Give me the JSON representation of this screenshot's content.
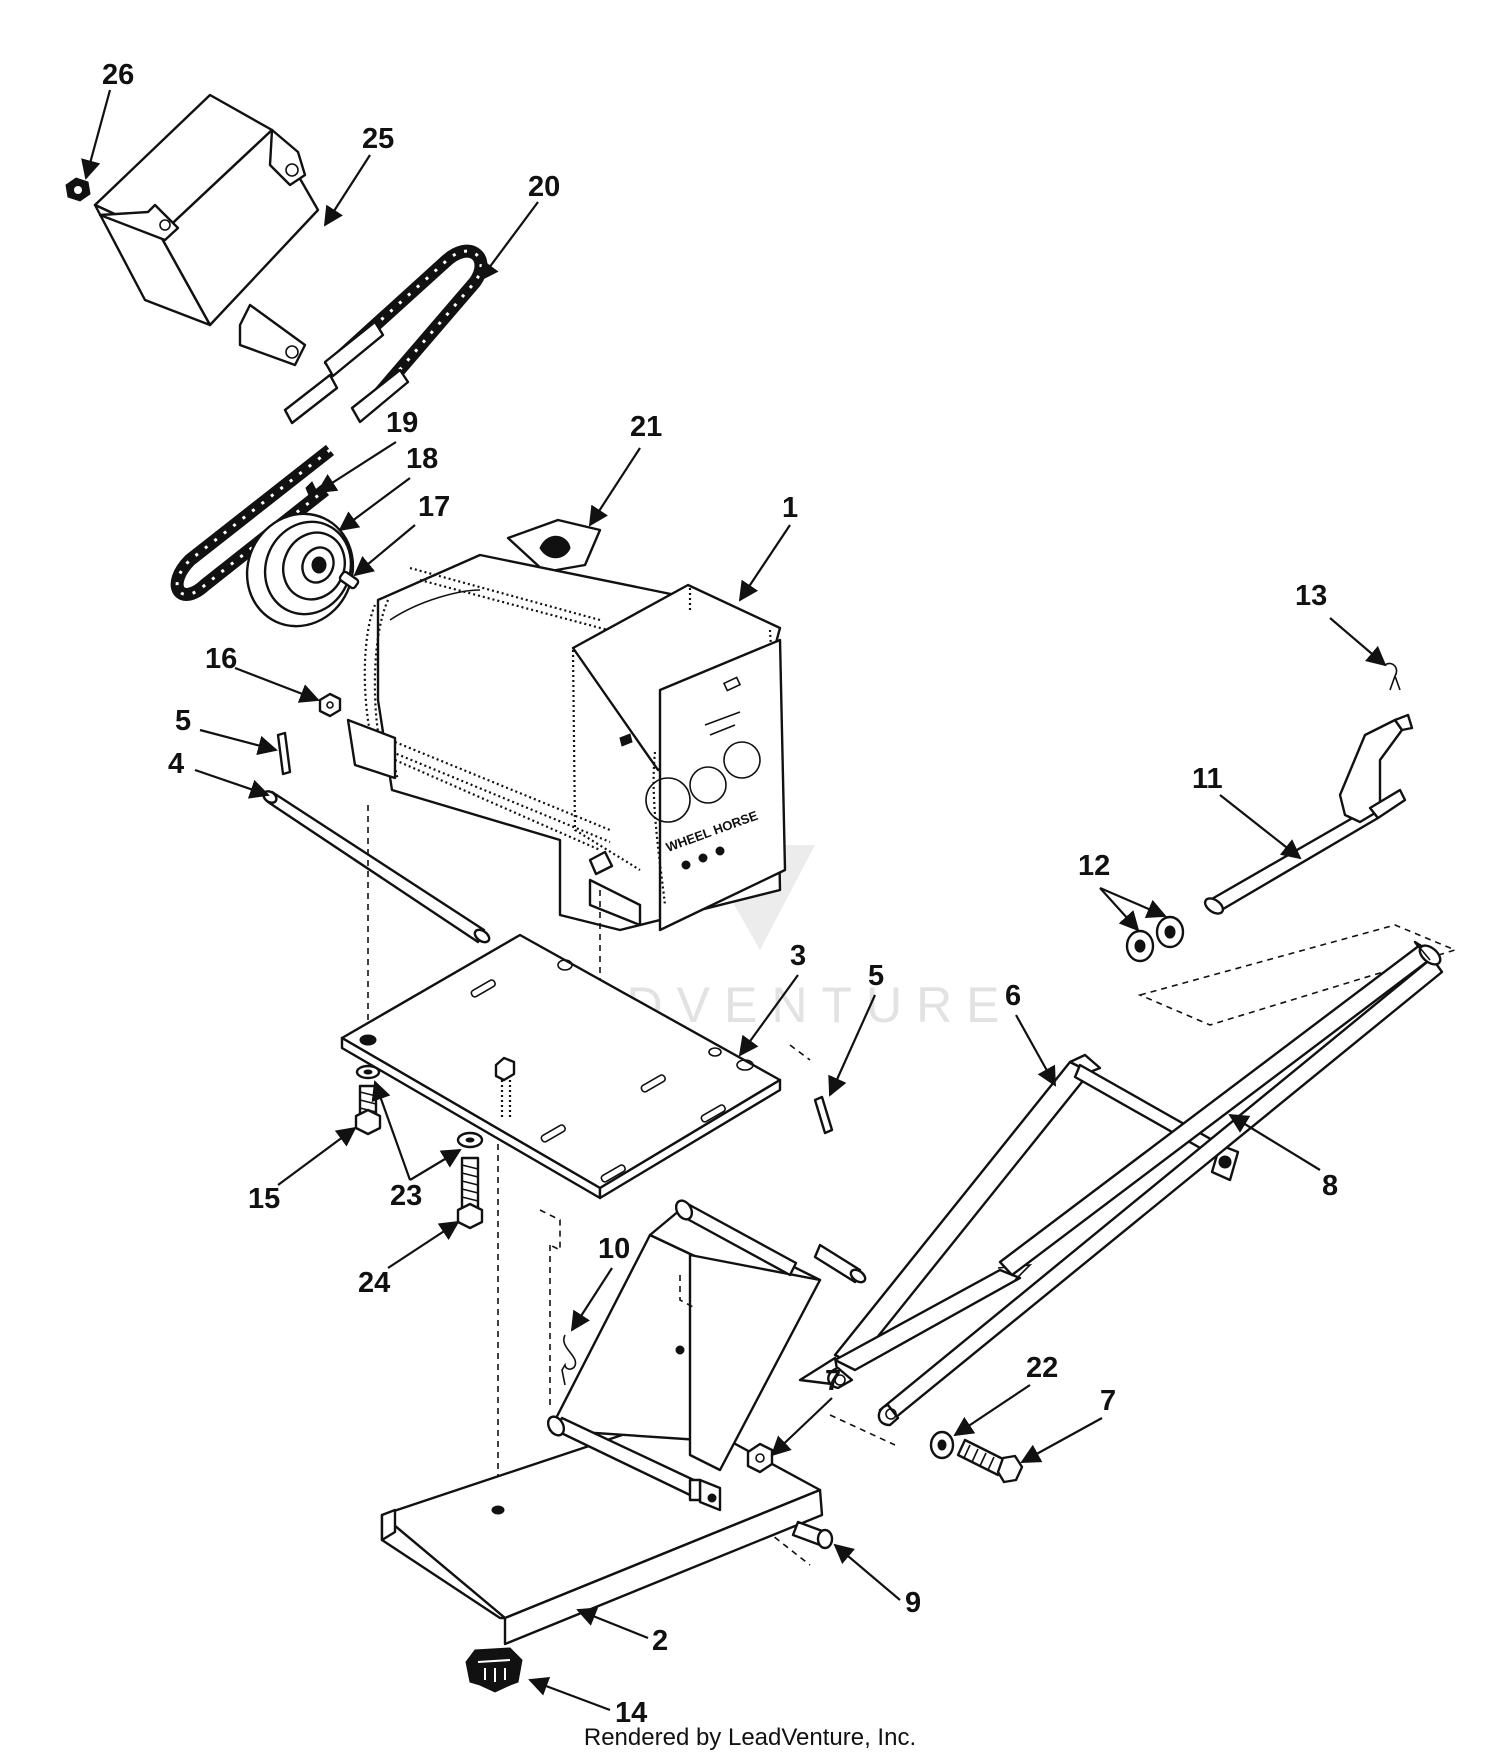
{
  "diagram": {
    "callouts": [
      {
        "id": "1",
        "label": "1"
      },
      {
        "id": "2",
        "label": "2"
      },
      {
        "id": "3",
        "label": "3"
      },
      {
        "id": "4",
        "label": "4"
      },
      {
        "id": "5a",
        "label": "5"
      },
      {
        "id": "5b",
        "label": "5"
      },
      {
        "id": "6",
        "label": "6"
      },
      {
        "id": "7",
        "label": "7"
      },
      {
        "id": "8",
        "label": "8"
      },
      {
        "id": "9",
        "label": "9"
      },
      {
        "id": "10",
        "label": "10"
      },
      {
        "id": "11",
        "label": "11"
      },
      {
        "id": "12",
        "label": "12"
      },
      {
        "id": "13",
        "label": "13"
      },
      {
        "id": "14",
        "label": "14"
      },
      {
        "id": "15",
        "label": "15"
      },
      {
        "id": "16",
        "label": "16"
      },
      {
        "id": "17",
        "label": "17"
      },
      {
        "id": "18",
        "label": "18"
      },
      {
        "id": "19",
        "label": "19"
      },
      {
        "id": "20",
        "label": "20"
      },
      {
        "id": "21",
        "label": "21"
      },
      {
        "id": "22",
        "label": "22"
      },
      {
        "id": "23",
        "label": "23"
      },
      {
        "id": "24",
        "label": "24"
      },
      {
        "id": "25",
        "label": "25"
      },
      {
        "id": "26",
        "label": "26"
      },
      {
        "id": "27",
        "label": "27"
      }
    ],
    "generator_brand": "WHEEL HORSE",
    "watermark": "LEADVENTURE",
    "credit": "Rendered by LeadVenture, Inc."
  }
}
